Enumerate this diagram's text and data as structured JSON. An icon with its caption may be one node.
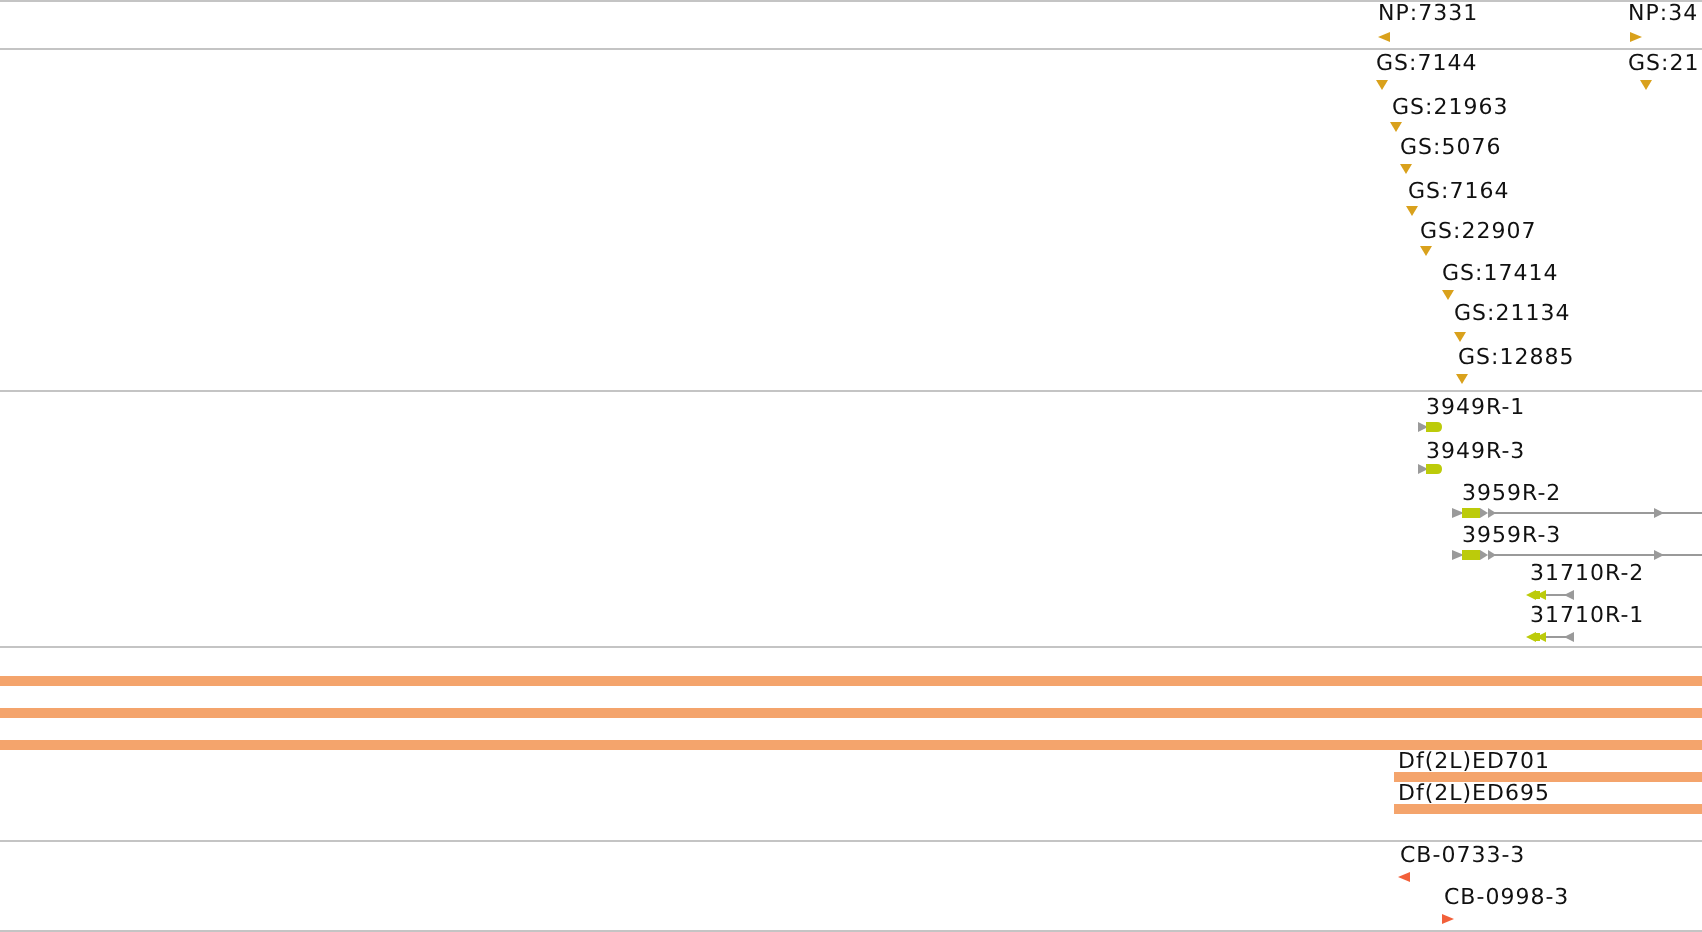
{
  "diagram": {
    "nodes": [
      {
        "text": [
          "NP:7331"
        ]
      },
      {
        "text": [
          "NP:34"
        ]
      },
      {
        "text": [
          "GS:7144"
        ]
      },
      {
        "text": [
          "GS:21"
        ]
      },
      {
        "text": [
          "GS:21963"
        ]
      },
      {
        "text": [
          "GS:5076"
        ]
      },
      {
        "text": [
          "GS:7164"
        ]
      },
      {
        "text": [
          "GS:22907"
        ]
      },
      {
        "text": [
          "GS:17414"
        ]
      },
      {
        "text": [
          "GS:21134"
        ]
      },
      {
        "text": [
          "GS:12885"
        ]
      },
      {
        "text": [
          "3949R-1"
        ]
      },
      {
        "text": [
          "3949R-3"
        ]
      },
      {
        "text": [
          "3959R-2"
        ]
      },
      {
        "text": [
          "3959R-3"
        ]
      },
      {
        "text": [
          "31710R-2"
        ]
      },
      {
        "text": [
          "31710R-1"
        ]
      },
      {
        "text": [],
        "shape": "bar"
      },
      {
        "text": [],
        "shape": "bar"
      },
      {
        "text": [],
        "shape": "bar"
      },
      {
        "text": [
          "Df(2L)ED701"
        ]
      },
      {
        "text": [
          "Df(2L)ED695"
        ]
      },
      {
        "text": [
          "CB-0733-3"
        ]
      },
      {
        "text": [
          "CB-0998-3"
        ]
      }
    ]
  }
}
